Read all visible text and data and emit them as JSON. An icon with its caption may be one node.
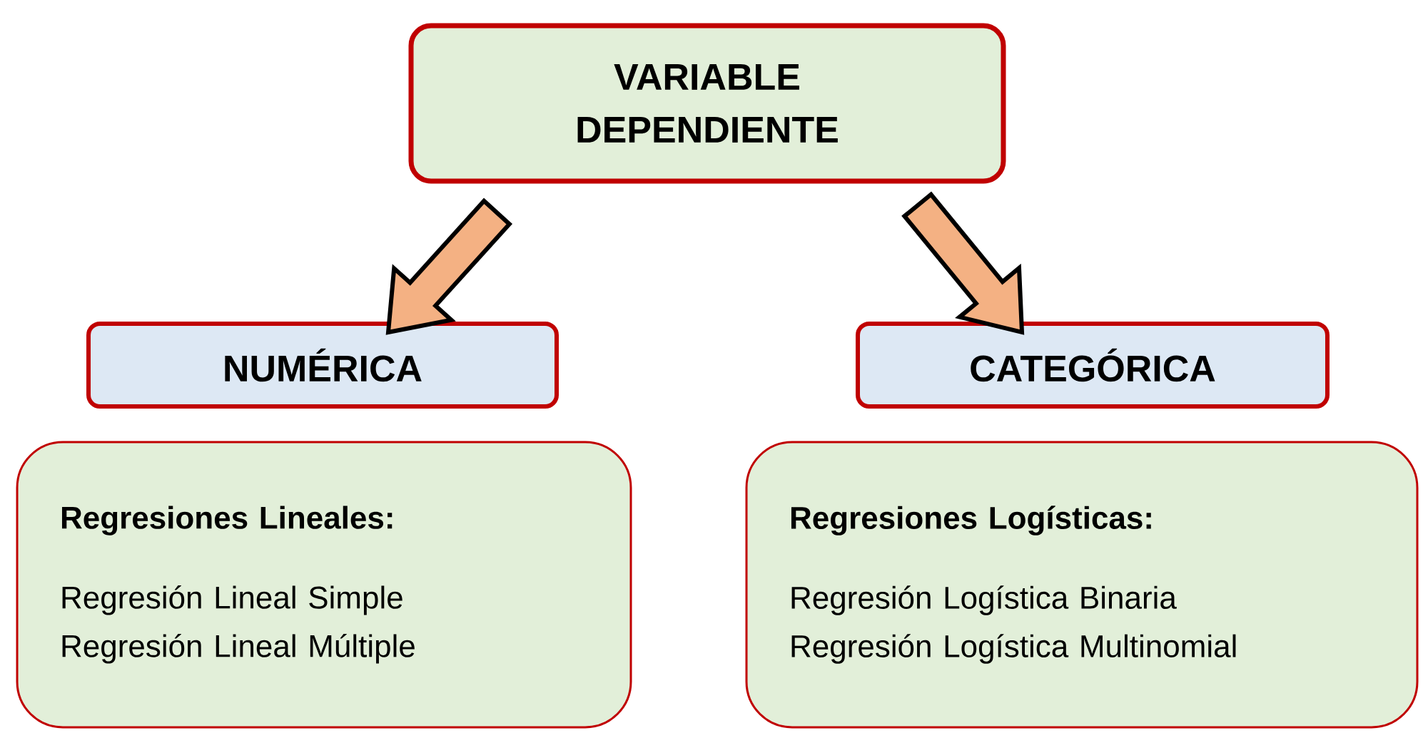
{
  "diagram": {
    "nodes": [
      {
        "text": [
          "VARIABLE DEPENDIENTE"
        ]
      },
      {
        "text": [
          "NUMÉRICA"
        ]
      },
      {
        "text": [
          "CATEGÓRICA"
        ]
      },
      {
        "text": [
          "Regresiones Lineales:",
          "Regresión Lineal Simple",
          "Regresión Lineal Múltiple"
        ]
      },
      {
        "text": [
          "Regresiones Logísticas:",
          "Regresión Logística Binaria",
          "Regresión Logística Multinomial"
        ]
      }
    ],
    "edges": [
      {
        "from": 0,
        "to": 1,
        "arrow": "to"
      },
      {
        "from": 0,
        "to": 2,
        "arrow": "to"
      }
    ]
  }
}
